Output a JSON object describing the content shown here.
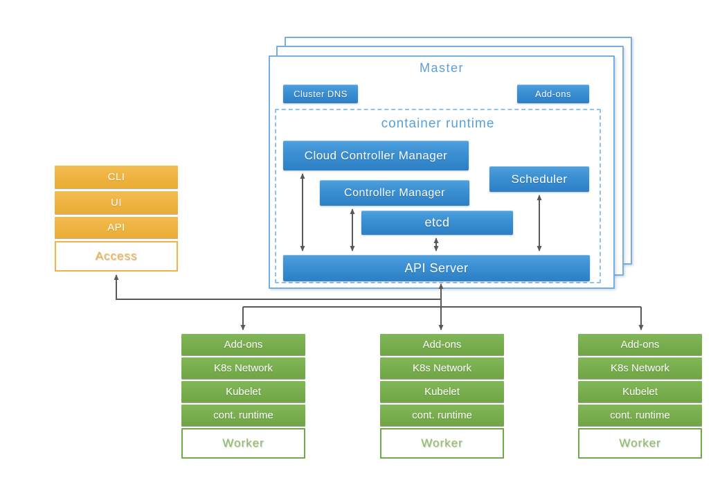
{
  "master": {
    "title": "Master",
    "cluster_dns_label": "Cluster DNS",
    "addons_label": "Add-ons",
    "container_runtime_label": "container runtime",
    "components": {
      "cloud_controller_manager": "Cloud Controller Manager",
      "controller_manager": "Controller Manager",
      "scheduler": "Scheduler",
      "etcd": "etcd",
      "api_server": "API Server"
    }
  },
  "access": {
    "items": [
      "CLI",
      "UI",
      "API"
    ],
    "label": "Access"
  },
  "workers": [
    {
      "rows": [
        "Add-ons",
        "K8s Network",
        "Kubelet",
        "cont. runtime"
      ],
      "label": "Worker"
    },
    {
      "rows": [
        "Add-ons",
        "K8s Network",
        "Kubelet",
        "cont. runtime"
      ],
      "label": "Worker"
    },
    {
      "rows": [
        "Add-ons",
        "K8s Network",
        "Kubelet",
        "cont. runtime"
      ],
      "label": "Worker"
    }
  ],
  "colors": {
    "blue_box": "#3A8FD2",
    "blue_border": "#74AFDF",
    "blue_dashed_border": "#8FC2EC",
    "blue_title_text": "#5B9DD8",
    "orange_box": "#EFB246",
    "green_box": "#77AC4D",
    "green_label_text": "#8CBE63",
    "connector_gray": "#595959",
    "white": "#ffffff"
  }
}
